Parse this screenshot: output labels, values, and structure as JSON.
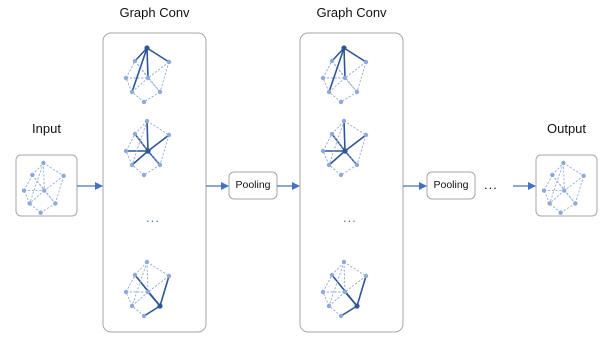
{
  "labels": {
    "graph_conv_1": "Graph Conv",
    "graph_conv_2": "Graph Conv",
    "input": "Input",
    "output": "Output",
    "pooling_1": "Pooling",
    "pooling_2": "Pooling",
    "ellipsis_stack_1": "...",
    "ellipsis_stack_2": "...",
    "ellipsis_after_pooling": "..."
  },
  "colors": {
    "node": "#8fa9dc",
    "edge_dashed": "#8fa9dc",
    "edge_bold": "#2f5597",
    "arrow": "#4472c4",
    "box_border": "#a6a6a6"
  }
}
